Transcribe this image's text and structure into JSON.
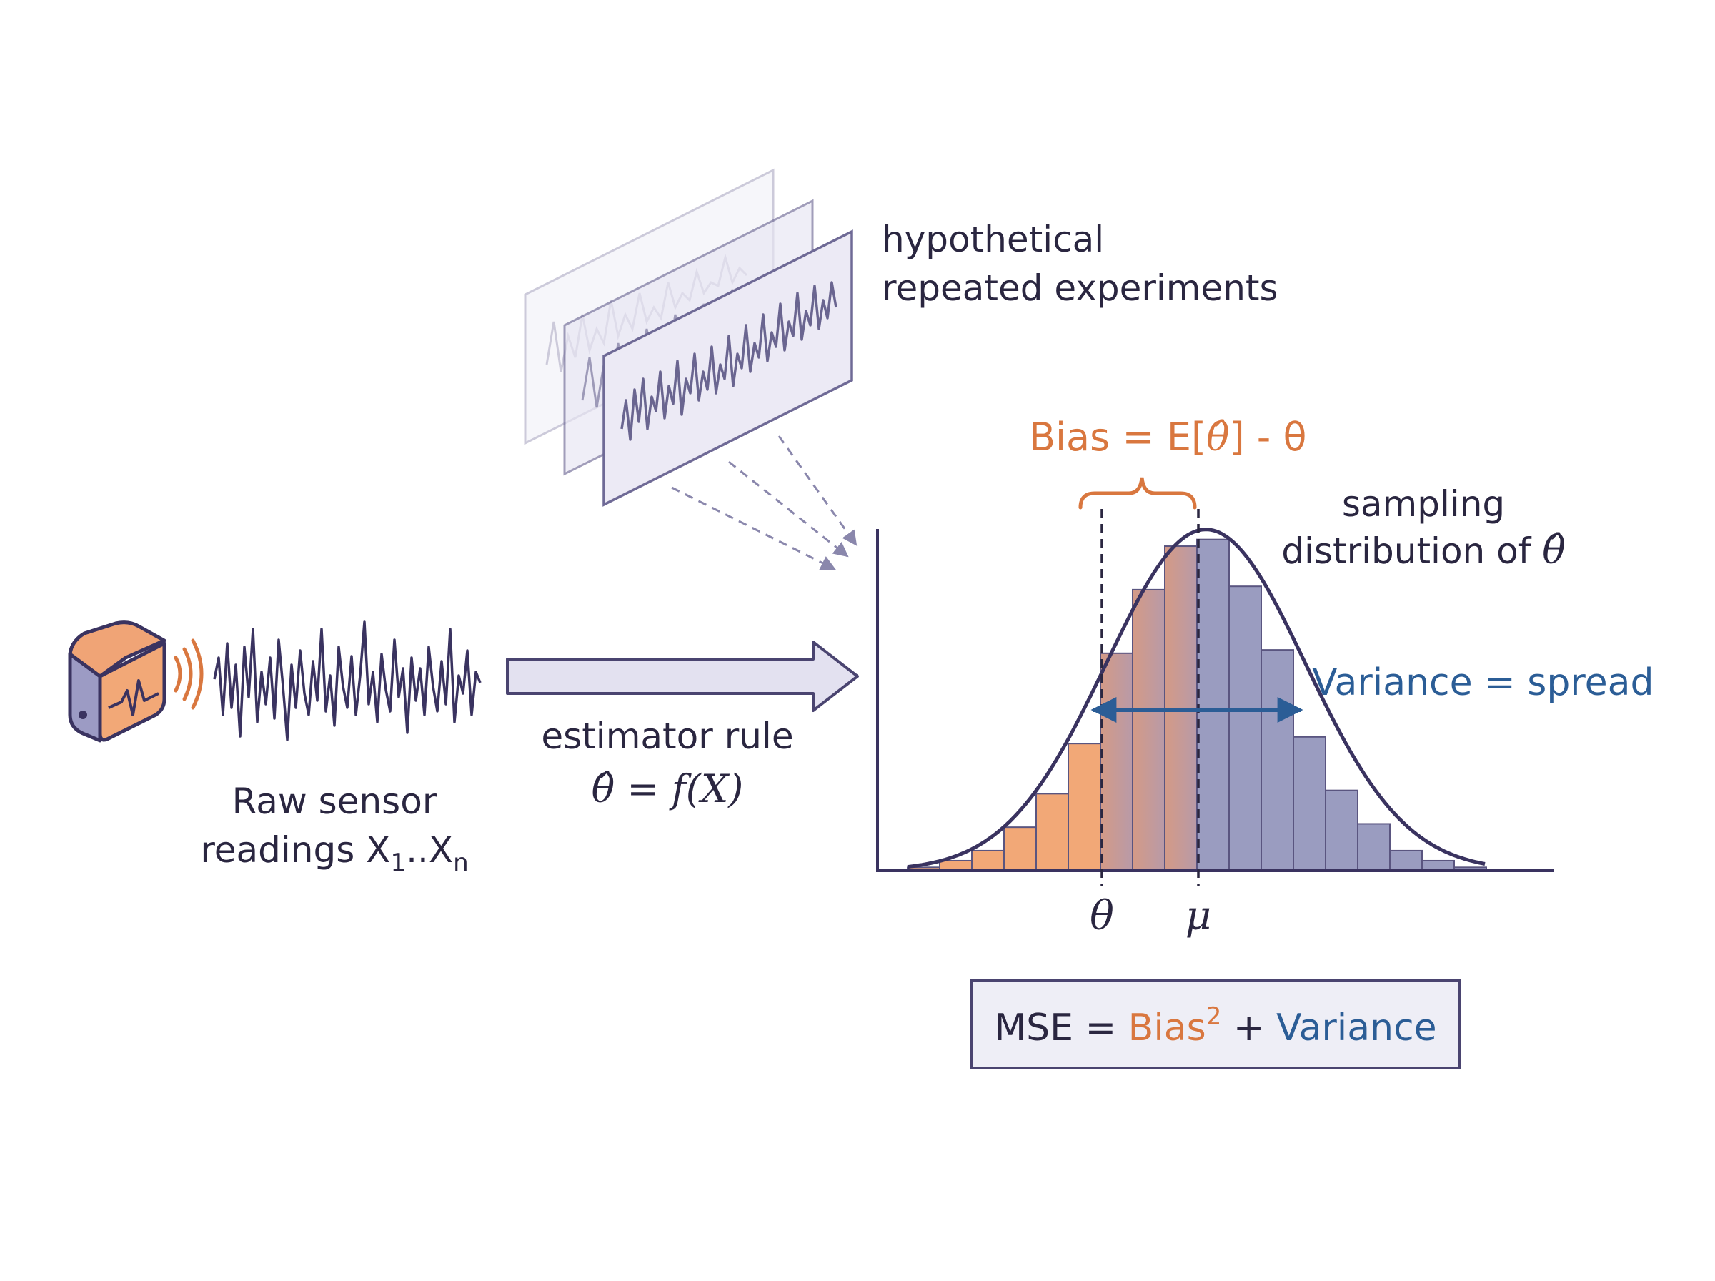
{
  "colors": {
    "ink": "#3a3360",
    "orange": "#d9773f",
    "orange_fill": "#f2a877",
    "blue": "#2b5d96",
    "navy_fill": "#9a9cc0",
    "panel_fill": "#e8e6f3",
    "panel_stroke": "#6f6a96",
    "arrow_fill": "#e3e1f0",
    "box_fill": "#eeeef6"
  },
  "icons": {
    "sensor": "sensor-device-icon",
    "signal": "signal-waves-icon"
  },
  "sensor": {
    "label_line1": "Raw sensor",
    "label_line2_prefix": "readings X",
    "label_sub1": "1",
    "label_mid": "..X",
    "label_subn": "n"
  },
  "estimator": {
    "label": "estimator rule",
    "formula": "θ̂ = f(X)"
  },
  "experiments": {
    "label_line1": "hypothetical",
    "label_line2": "repeated experiments"
  },
  "bias_label": {
    "prefix": "Bias = E[",
    "theta_hat": "θ̂",
    "suffix": "] - θ"
  },
  "distribution_label": {
    "line1": "sampling",
    "line2_prefix": "distribution of ",
    "theta_hat": "θ̂"
  },
  "variance_label": "Variance = spread",
  "axis_ticks": {
    "theta": "θ",
    "mu": "μ"
  },
  "mse": {
    "prefix": "MSE = ",
    "bias": "Bias",
    "exp": "2",
    "plus": " + ",
    "variance": "Variance"
  },
  "chart_data": {
    "type": "histogram",
    "bin_heights_relative": [
      0.01,
      0.03,
      0.06,
      0.13,
      0.23,
      0.38,
      0.65,
      0.84,
      0.97,
      0.99,
      0.85,
      0.66,
      0.4,
      0.24,
      0.14,
      0.06,
      0.03,
      0.01
    ],
    "bin_colors": [
      "orange",
      "orange",
      "orange",
      "orange",
      "orange",
      "orange",
      "mix",
      "mix",
      "mix",
      "navy",
      "navy",
      "navy",
      "navy",
      "navy",
      "navy",
      "navy",
      "navy",
      "navy"
    ],
    "theta_marker_bin": 6,
    "mu_marker_bin": 9,
    "curve": "normal density overlay"
  }
}
